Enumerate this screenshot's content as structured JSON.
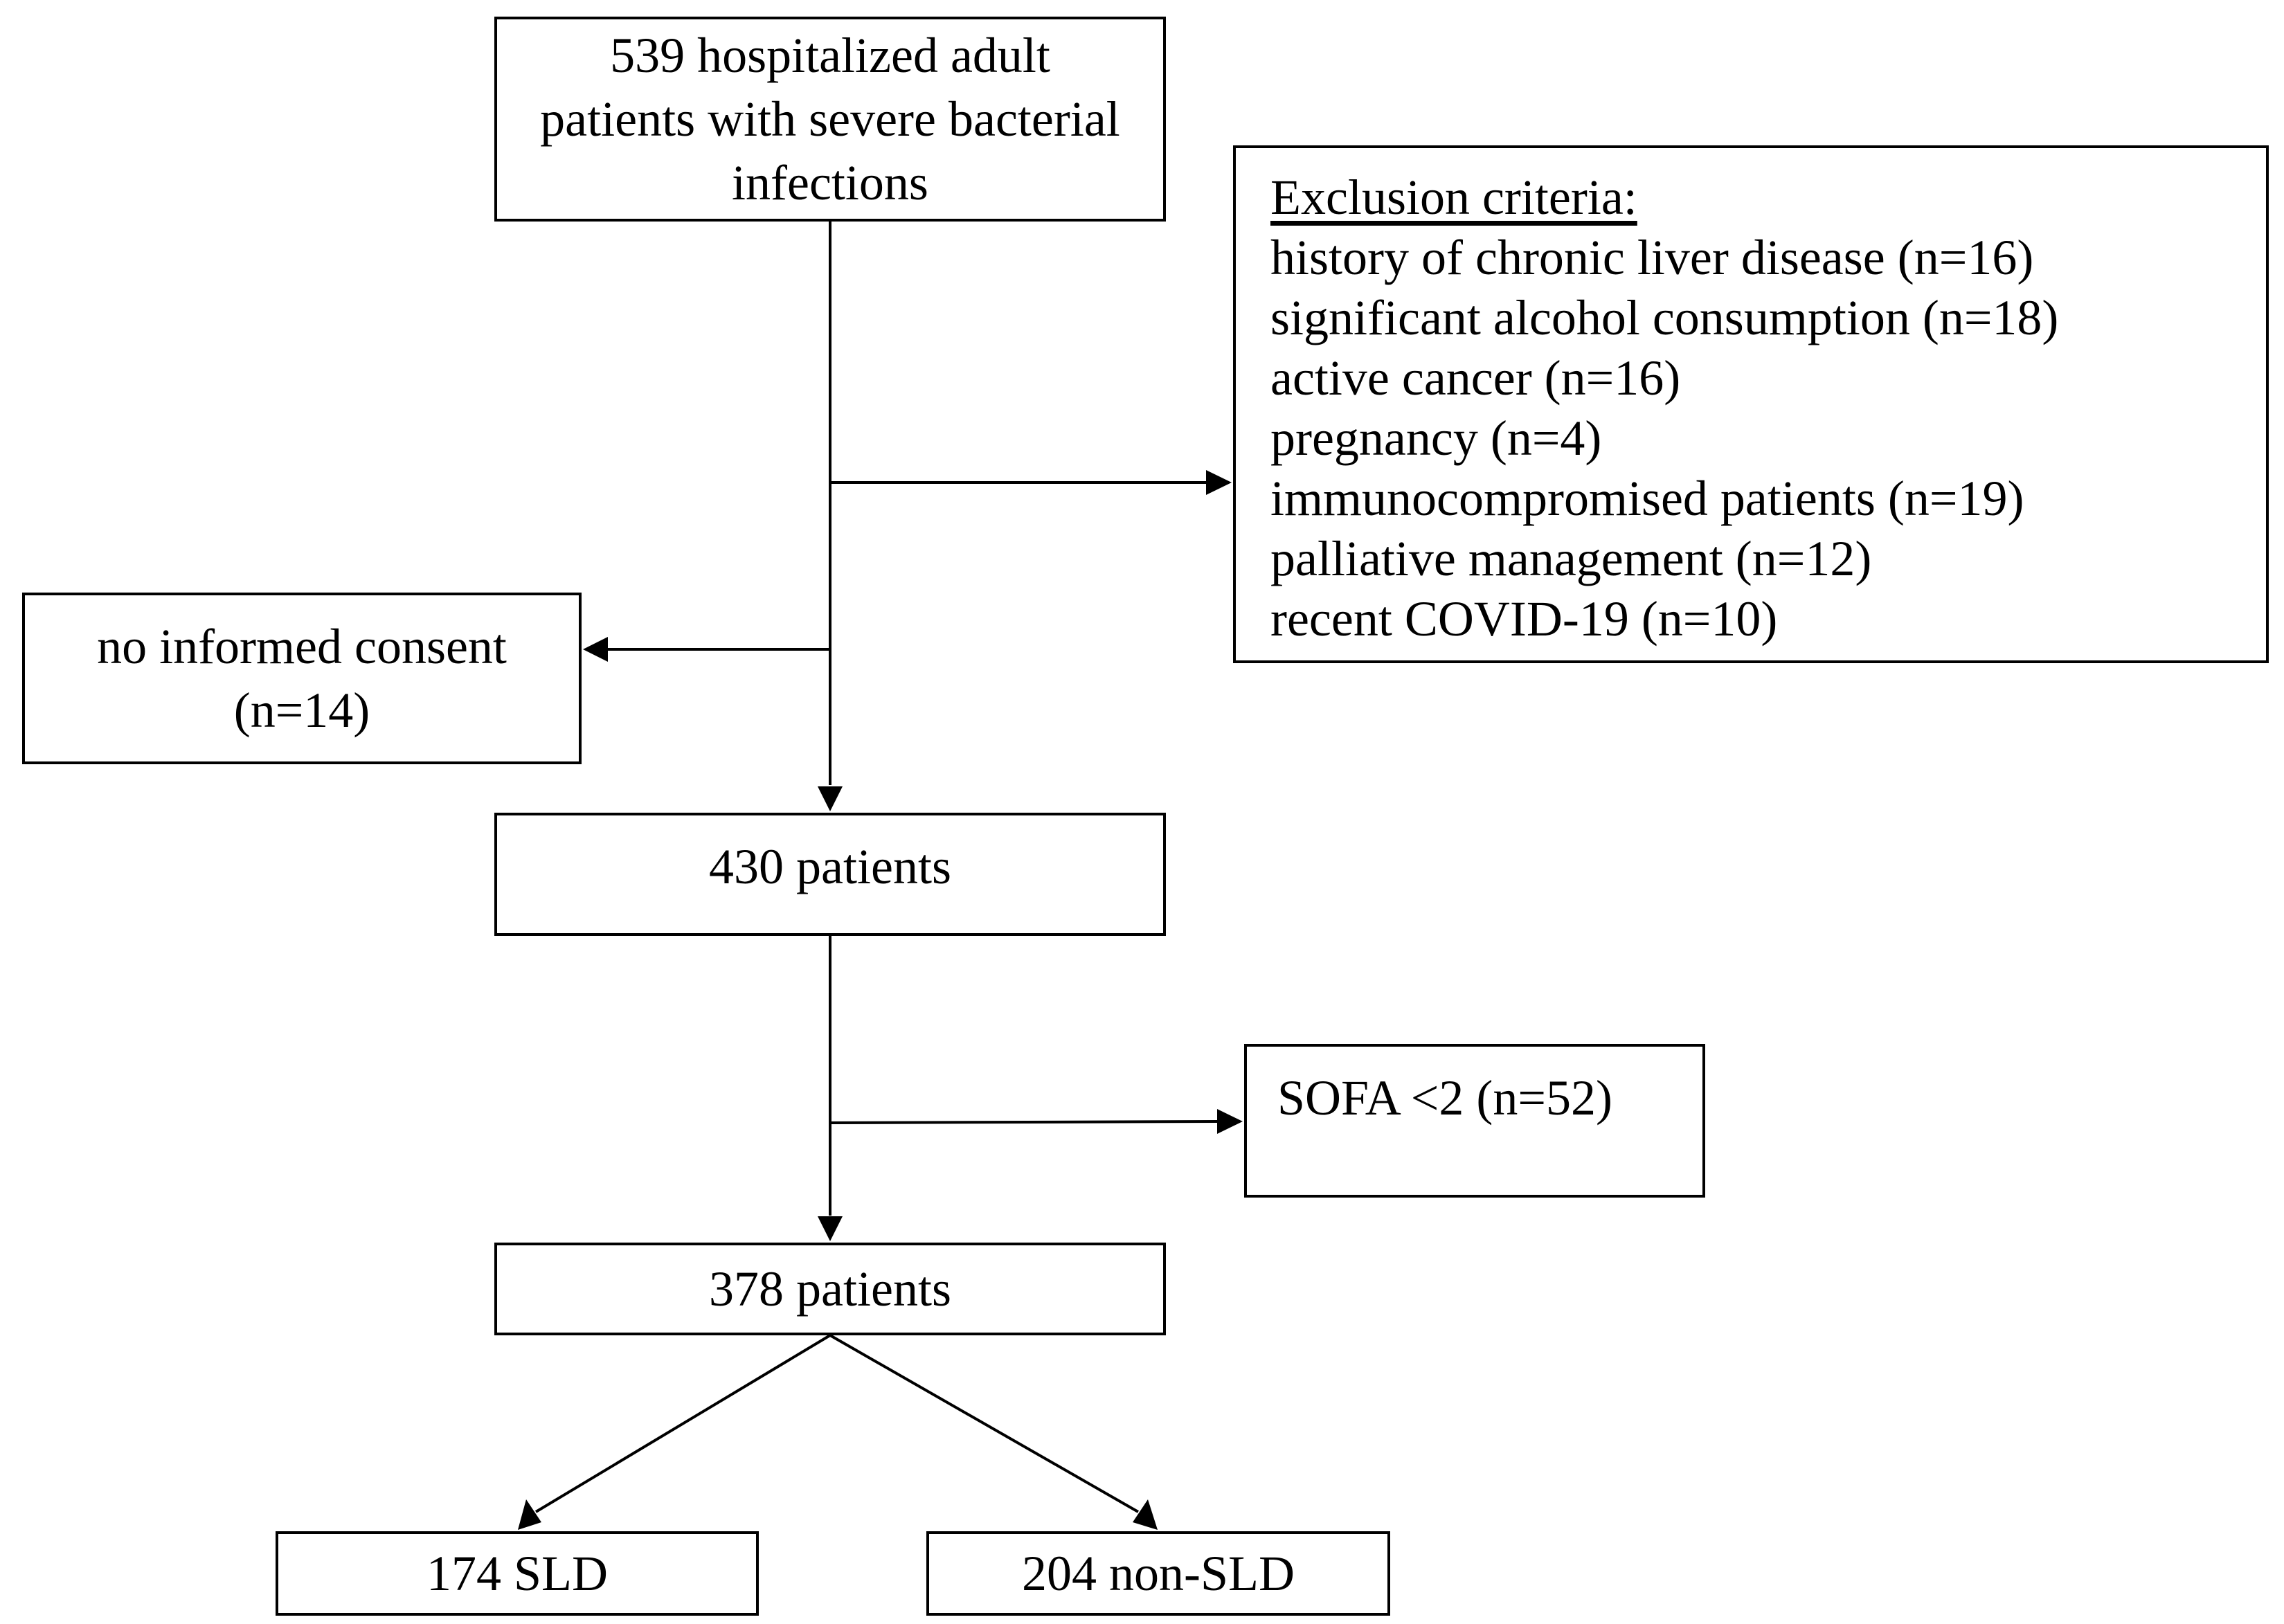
{
  "diagram": {
    "start": {
      "text": "539 hospitalized adult patients with severe bacterial infections"
    },
    "exclusion": {
      "heading": "Exclusion criteria:",
      "items": [
        "history of chronic liver disease (n=16)",
        "significant alcohol consumption (n=18)",
        "active cancer (n=16)",
        "pregnancy (n=4)",
        "immunocompromised patients (n=19)",
        "palliative management (n=12)",
        "recent COVID-19 (n=10)"
      ]
    },
    "consent": {
      "text": "no informed consent (n=14)"
    },
    "step_430": {
      "text": "430 patients"
    },
    "sofa": {
      "text": "SOFA <2 (n=52)"
    },
    "step_378": {
      "text": "378 patients"
    },
    "sld": {
      "text": "174 SLD"
    },
    "non_sld": {
      "text": "204 non-SLD"
    }
  }
}
